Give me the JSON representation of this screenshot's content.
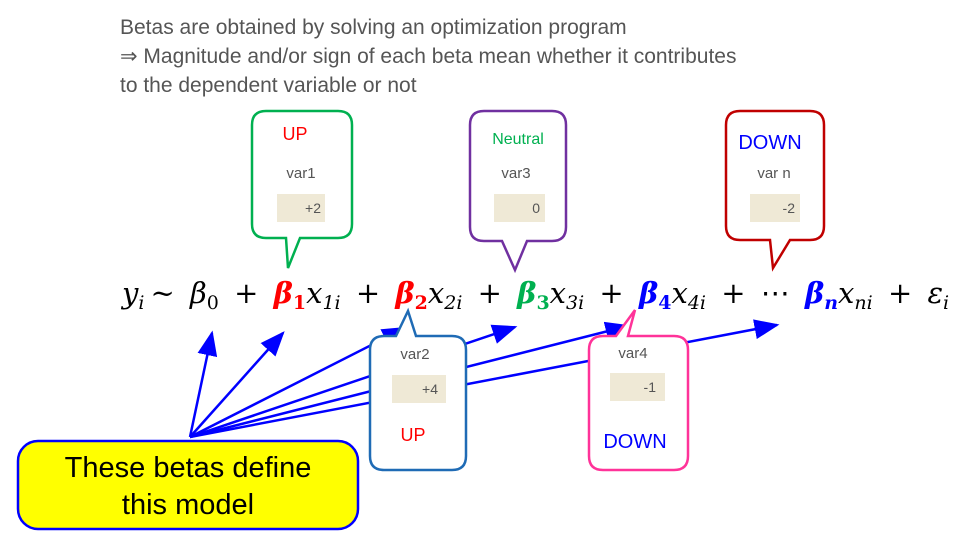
{
  "intro": {
    "line1": "Betas are obtained by solving an optimization program",
    "line2": "⇒ Magnitude and/or sign of each beta mean whether it contributes",
    "line3": "to the dependent variable or not"
  },
  "callouts": [
    {
      "id": "var1",
      "direction": "UP",
      "variable": "var1",
      "value": "+2",
      "color": "#00b050",
      "direction_color": "#ff0000"
    },
    {
      "id": "var2",
      "direction": "UP",
      "variable": "var2",
      "value": "+4",
      "color": "#1f6bb5",
      "direction_color": "#ff0000"
    },
    {
      "id": "var3",
      "direction": "Neutral",
      "variable": "var3",
      "value": "0",
      "color": "#7030a0",
      "direction_color": "#00b050"
    },
    {
      "id": "var4",
      "direction": "DOWN",
      "variable": "var4",
      "value": "-1",
      "color": "#ff3399",
      "direction_color": "#0000ff"
    },
    {
      "id": "varn",
      "direction": "DOWN",
      "variable": "var n",
      "value": "-2",
      "color": "#c00000",
      "direction_color": "#0000ff"
    }
  ],
  "equation": {
    "y": "y",
    "y_sub": "i",
    "tilde": "~",
    "b0": "β",
    "b0_sub": "0",
    "b1": "β",
    "b1_sub": "1",
    "x1": "x",
    "x1_sub": "1i",
    "b2": "β",
    "b2_sub": "2",
    "x2": "x",
    "x2_sub": "2i",
    "b3": "β",
    "b3_sub": "3",
    "x3": "x",
    "x3_sub": "3i",
    "b4": "β",
    "b4_sub": "4",
    "x4": "x",
    "x4_sub": "4i",
    "dots": "⋯",
    "bn": "β",
    "bn_sub": "n",
    "xn": "x",
    "xn_sub": "ni",
    "eps": "ε",
    "eps_sub": "i",
    "plus": "+"
  },
  "model_box": {
    "line1": "These betas define",
    "line2": "this model",
    "fill": "#ffff00",
    "border": "#0000ff"
  },
  "colors": {
    "up": "#ff0000",
    "neutral": "#00b050",
    "down": "#0000ff",
    "arrow": "#0000ff",
    "value_box": "#efe9d6"
  }
}
